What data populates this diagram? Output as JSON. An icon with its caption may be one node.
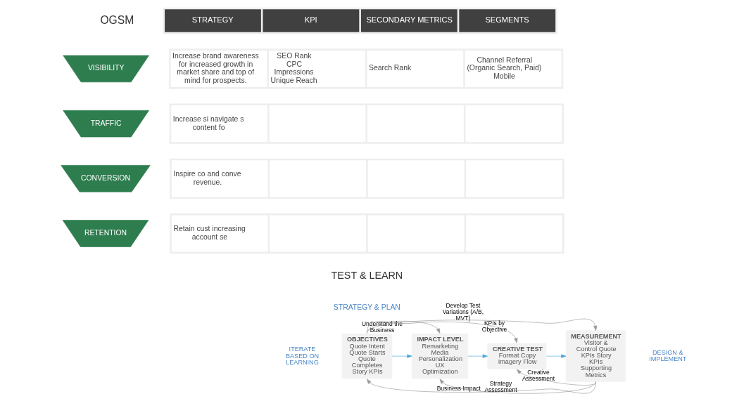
{
  "diagram": {
    "nodes": [
      {
        "text": [
          "VISIBILITY"
        ]
      },
      {
        "text": [
          "TRAFFIC"
        ]
      },
      {
        "text": [
          "CONVERSION"
        ]
      },
      {
        "text": [
          "RETENTION"
        ]
      },
      {
        "text": [
          "OBJECTIVES",
          "Quote Intent Quote Starts Quote Completes Story KPIs"
        ]
      },
      {
        "text": [
          "IMPACT LEVEL",
          "Remarketing Media Personalization UX Optimization"
        ]
      },
      {
        "text": [
          "CREATIVE TEST",
          "Format Copy Imagery Flow"
        ]
      },
      {
        "text": [
          "MEASUREMENT",
          "Visitor & Control Quote KPIs Story KPIs Supporting Metrics"
        ]
      }
    ],
    "edges": [
      {
        "from": 4,
        "to": 5,
        "arrow": "to",
        "color": "#4aa8d8"
      },
      {
        "from": 5,
        "to": 6,
        "arrow": "to",
        "color": "#4aa8d8"
      },
      {
        "from": 6,
        "to": 7,
        "arrow": "to",
        "color": "#4aa8d8"
      },
      {
        "from": 4,
        "to": 5,
        "arrow": "to",
        "label": "Understand the Business"
      },
      {
        "from": 4,
        "to": 6,
        "arrow": "to",
        "label": "Develop Test Variations (A/B, MVT)"
      },
      {
        "from": 4,
        "to": 7,
        "arrow": "to",
        "label": "KPIs by Objective"
      },
      {
        "from": 7,
        "to": 6,
        "arrow": "to",
        "label": "Creative Assessment"
      },
      {
        "from": 7,
        "to": 5,
        "arrow": "to",
        "label": "Strategy Assessment"
      },
      {
        "from": 7,
        "to": 4,
        "arrow": "to",
        "label": "Business Impact"
      }
    ],
    "labels": [
      "OGSM",
      "STRATEGY",
      "KPI",
      "SECONDARY METRICS",
      "SEGMENTS",
      "Increase brand awareness for increased growth in market share and top of mind for prospects.",
      "SEO Rank",
      "CPC",
      "Impressions",
      "Unique Reach",
      "Search Rank",
      "Channel Referral (Organic Search, Paid)",
      "Mobile",
      "Increase si navigate s content fo",
      "Inspire co and conve revenue.",
      "Retain cust increasing account se",
      "TEST & LEARN",
      "STRATEGY & PLAN",
      "ITERATE BASED ON LEARNING",
      "DESIGN & IMPLEMENT"
    ]
  }
}
